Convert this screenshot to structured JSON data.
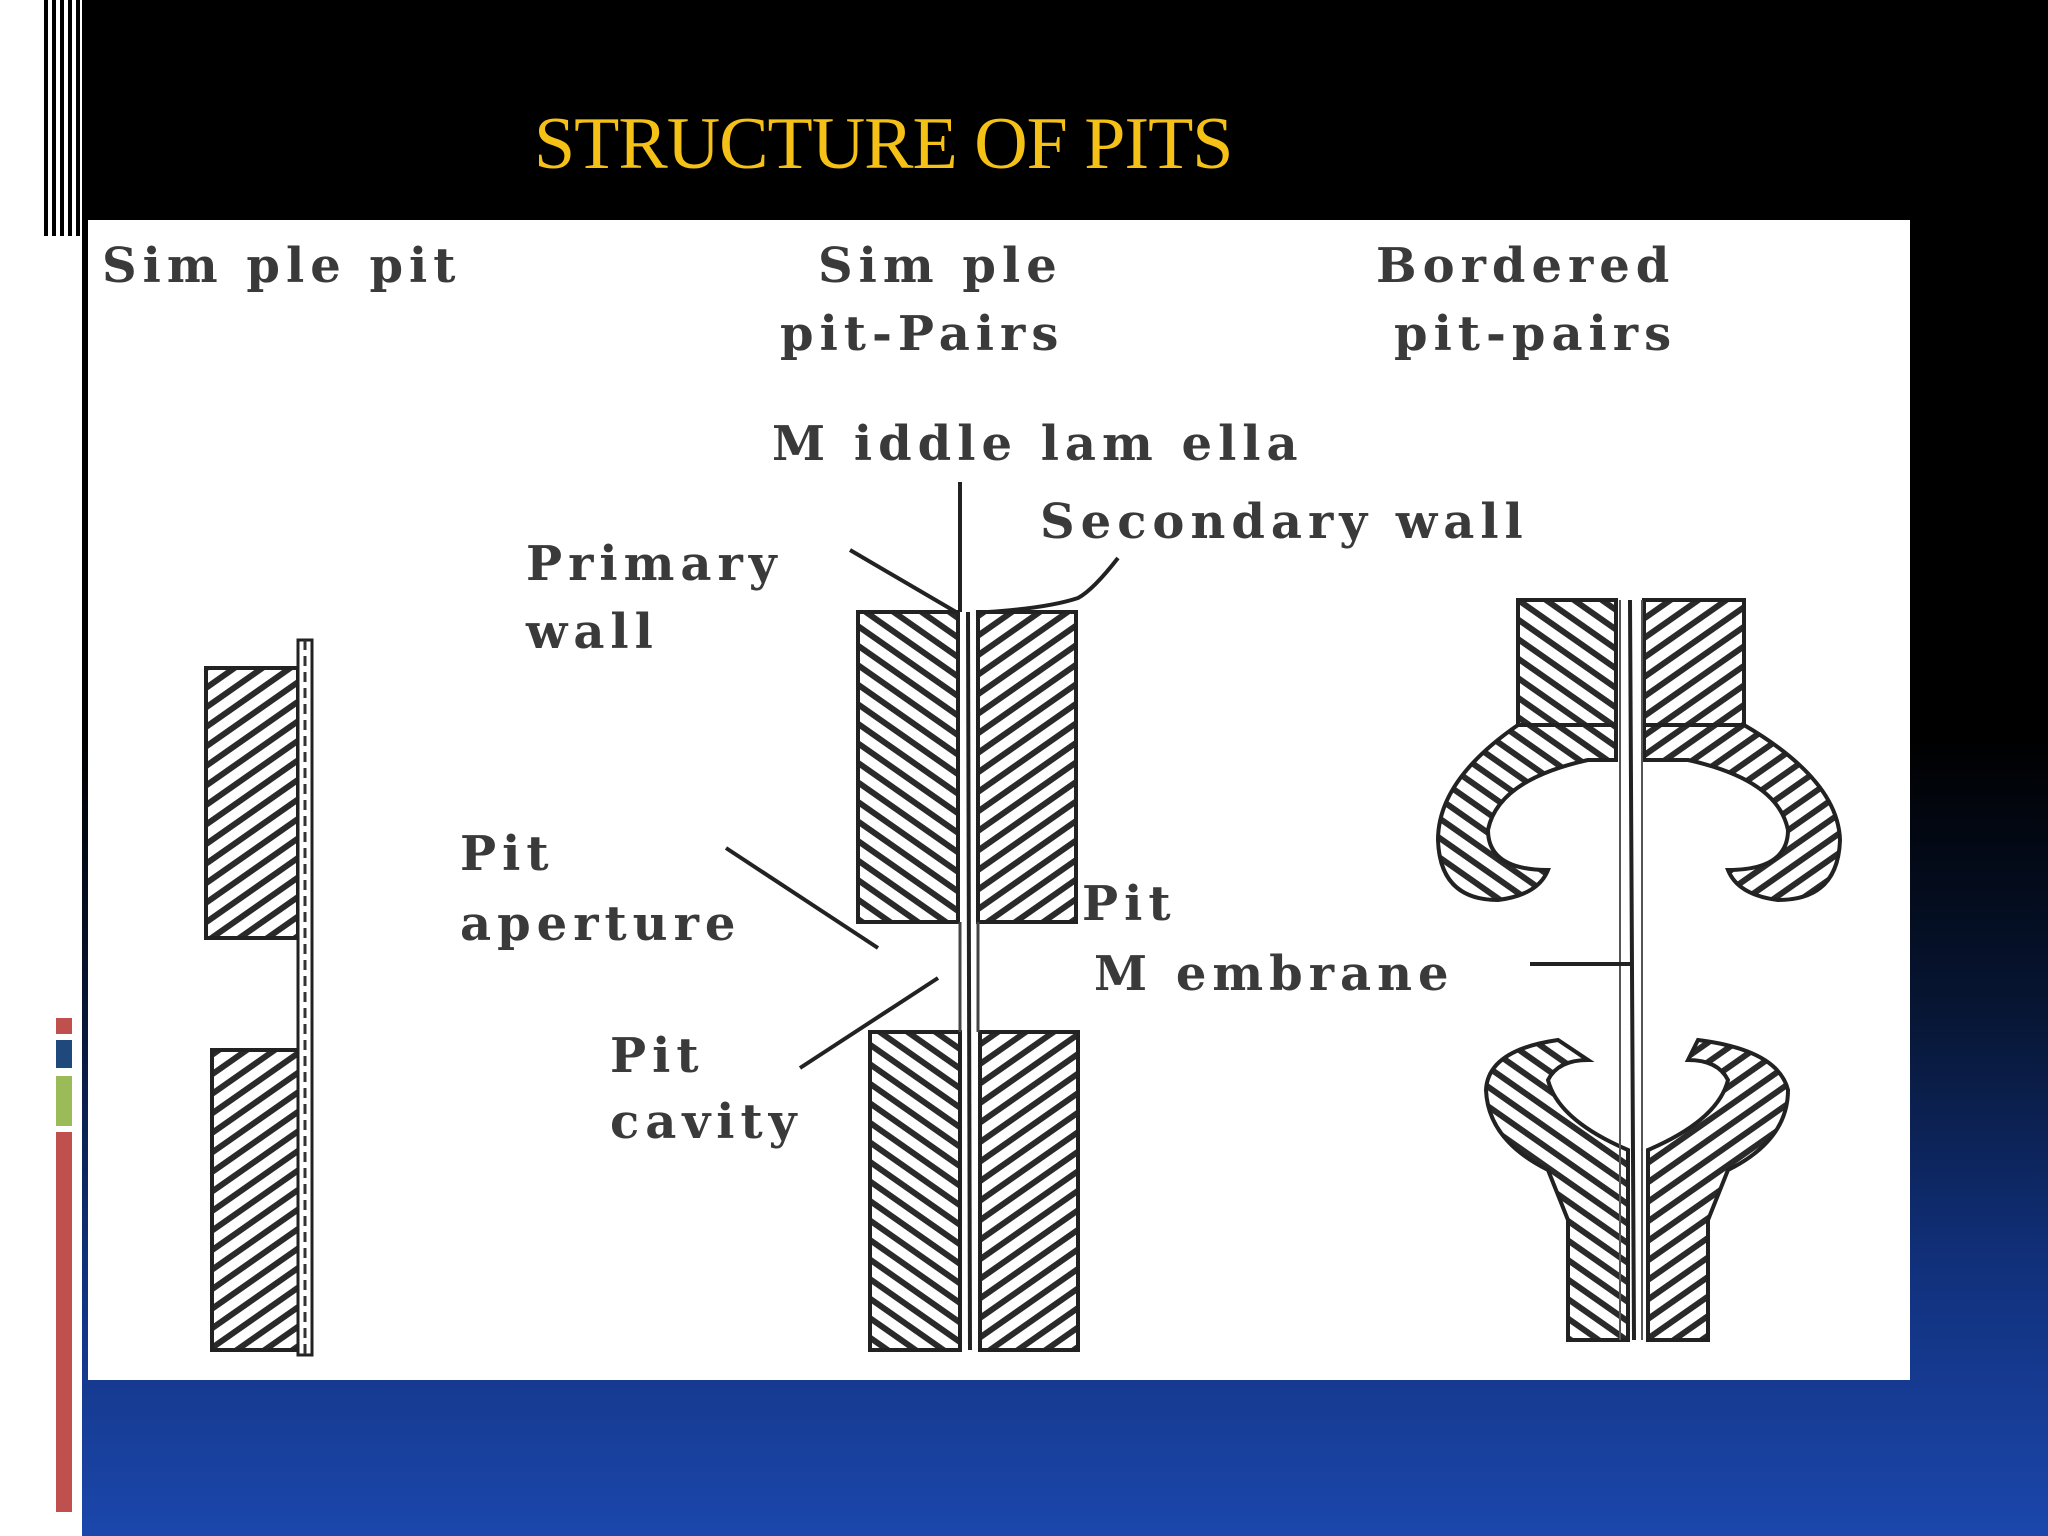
{
  "slide": {
    "title": "STRUCTURE OF PITS",
    "title_color": "#f5c116",
    "background_top": "#000000",
    "background_bottom": "#1b47ac"
  },
  "diagram": {
    "headers": {
      "simple_pit": "Sim ple pit",
      "simple_pairs_1": "Sim ple",
      "simple_pairs_2": "pit-Pairs",
      "bordered_1": "Bordered",
      "bordered_2": "pit-pairs"
    },
    "labels": {
      "middle_lamella": "M iddle lam ella",
      "secondary_wall": "Secondary wall",
      "primary_wall_1": "Primary",
      "primary_wall_2": "wall",
      "pit_aperture_1": "Pit",
      "pit_aperture_2": "aperture",
      "pit_cavity_1": "Pit",
      "pit_cavity_2": "cavity",
      "pit_membrane_1": "Pit",
      "pit_membrane_2": "M embrane"
    }
  },
  "accent_bars": {
    "colors": [
      "#c0504d",
      "#1f497d",
      "#9bbb59",
      "#c0504d"
    ]
  }
}
